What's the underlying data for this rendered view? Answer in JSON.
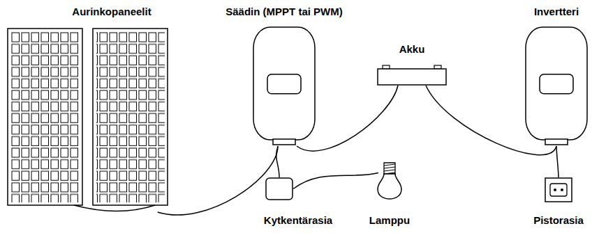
{
  "diagram": {
    "nodes": [
      {
        "text": [
          "Aurinkopaneelit"
        ]
      },
      {
        "text": [
          "Säädin (MPPT tai PWM)"
        ]
      },
      {
        "text": [
          "Akku"
        ]
      },
      {
        "text": [
          "Invertteri"
        ]
      },
      {
        "text": [
          "Kytkentärasia"
        ]
      },
      {
        "text": [
          "Lamppu"
        ]
      },
      {
        "text": [
          "Pistorasia"
        ]
      }
    ],
    "edges": [
      {
        "from": 0,
        "to": 1,
        "arrow": "none"
      },
      {
        "from": 1,
        "to": 2,
        "arrow": "none"
      },
      {
        "from": 2,
        "to": 3,
        "arrow": "none"
      },
      {
        "from": 3,
        "to": 6,
        "arrow": "none"
      },
      {
        "from": 1,
        "to": 4,
        "arrow": "none"
      },
      {
        "from": 4,
        "to": 5,
        "arrow": "none"
      }
    ]
  }
}
